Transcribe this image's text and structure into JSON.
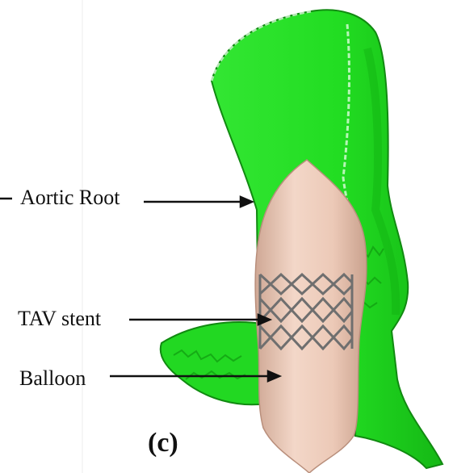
{
  "figure": {
    "panel_label": "(c)",
    "labels": {
      "aortic_root": "Aortic Root",
      "tav_stent": "TAV stent",
      "balloon": "Balloon"
    },
    "colors": {
      "aortic_tissue": "#22dd22",
      "aortic_tissue_dark": "#14a814",
      "balloon": "#ecc9b7",
      "balloon_shade": "#cfa895",
      "stent_strut": "#6f6f6f",
      "arrow": "#111111"
    }
  }
}
